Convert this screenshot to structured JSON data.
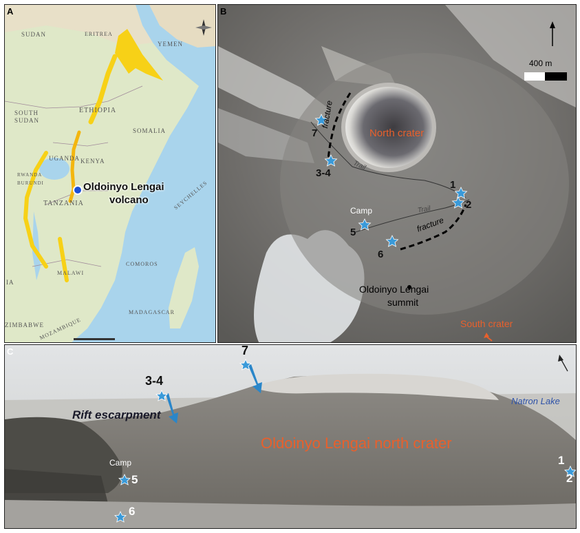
{
  "panel_a": {
    "label": "A",
    "countries": [
      "SUDAN",
      "ERITREA",
      "YEMEN",
      "ETHIOPIA",
      "SOUTH SUDAN",
      "SOMALIA",
      "UGANDA",
      "KENYA",
      "RWANDA",
      "BURUNDI",
      "TANZANIA",
      "SEYCHELLES",
      "COMOROS",
      "MALAWI",
      "MADAGASCAR",
      "ZIMBABWE",
      "MOZAMBIQUE",
      "IA"
    ],
    "volcano_label_line1": "Oldoinyo Lengai",
    "volcano_label_line2": "volcano",
    "compass": "north-arrow-icon",
    "colors": {
      "rift": "#f7d117",
      "sea": "#a9d4ec",
      "land": "#dfe8c8",
      "marker": "#1a4fd6"
    }
  },
  "panel_b": {
    "label": "B",
    "scale_label": "400 m",
    "north_crater": "North crater",
    "south_crater": "South crater",
    "summit_line1": "Oldoinyo Lengai",
    "summit_line2": "summit",
    "camp": "Camp",
    "trail": "Trail",
    "fracture": "fracture",
    "points": [
      "7",
      "3-4",
      "1",
      "2",
      "5",
      "6"
    ],
    "colors": {
      "crater_label": "#e8602c",
      "star": "#3a9ad9"
    }
  },
  "panel_c": {
    "label": "C",
    "title": "Oldoinyo Lengai north crater",
    "rift": "Rift escarpment",
    "natron": "Natron Lake",
    "camp": "Camp",
    "points": [
      "7",
      "3-4",
      "5",
      "6",
      "1",
      "2"
    ],
    "colors": {
      "title": "#e8602c",
      "natron": "#2e52a8",
      "arrow": "#2a86c9"
    }
  }
}
